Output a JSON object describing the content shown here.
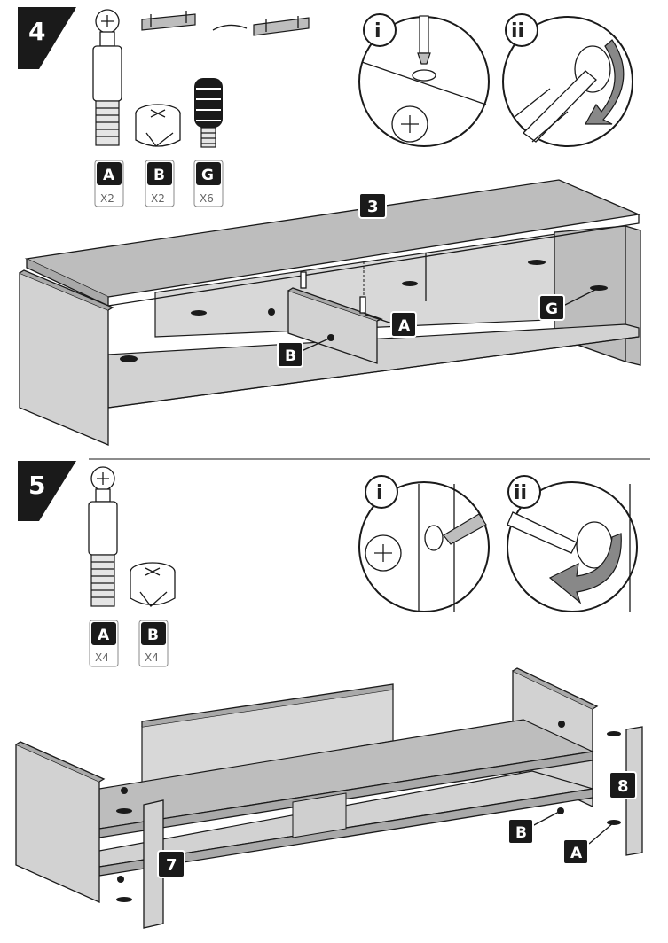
{
  "colors": {
    "label_fill": "#1a1a1a",
    "panel": "#d2d2d2",
    "panel_dark": "#a9a9a9",
    "arrow": "#888888"
  },
  "step4": {
    "number": "4",
    "parts": [
      {
        "letter": "A",
        "qty": "X2",
        "icon": "cam-dowel-icon"
      },
      {
        "letter": "B",
        "qty": "X2",
        "icon": "cam-lock-icon"
      },
      {
        "letter": "G",
        "qty": "X6",
        "icon": "wooden-dowel-icon"
      }
    ],
    "detail_i": "i",
    "detail_ii": "ii",
    "panel_label": "3",
    "callouts": {
      "A": "A",
      "B": "B",
      "G": "G"
    }
  },
  "step5": {
    "number": "5",
    "parts": [
      {
        "letter": "A",
        "qty": "X4",
        "icon": "cam-dowel-icon"
      },
      {
        "letter": "B",
        "qty": "X4",
        "icon": "cam-lock-icon"
      }
    ],
    "detail_i": "i",
    "detail_ii": "ii",
    "panel_labels": {
      "left": "7",
      "right": "8"
    },
    "callouts": {
      "A": "A",
      "B": "B"
    }
  }
}
